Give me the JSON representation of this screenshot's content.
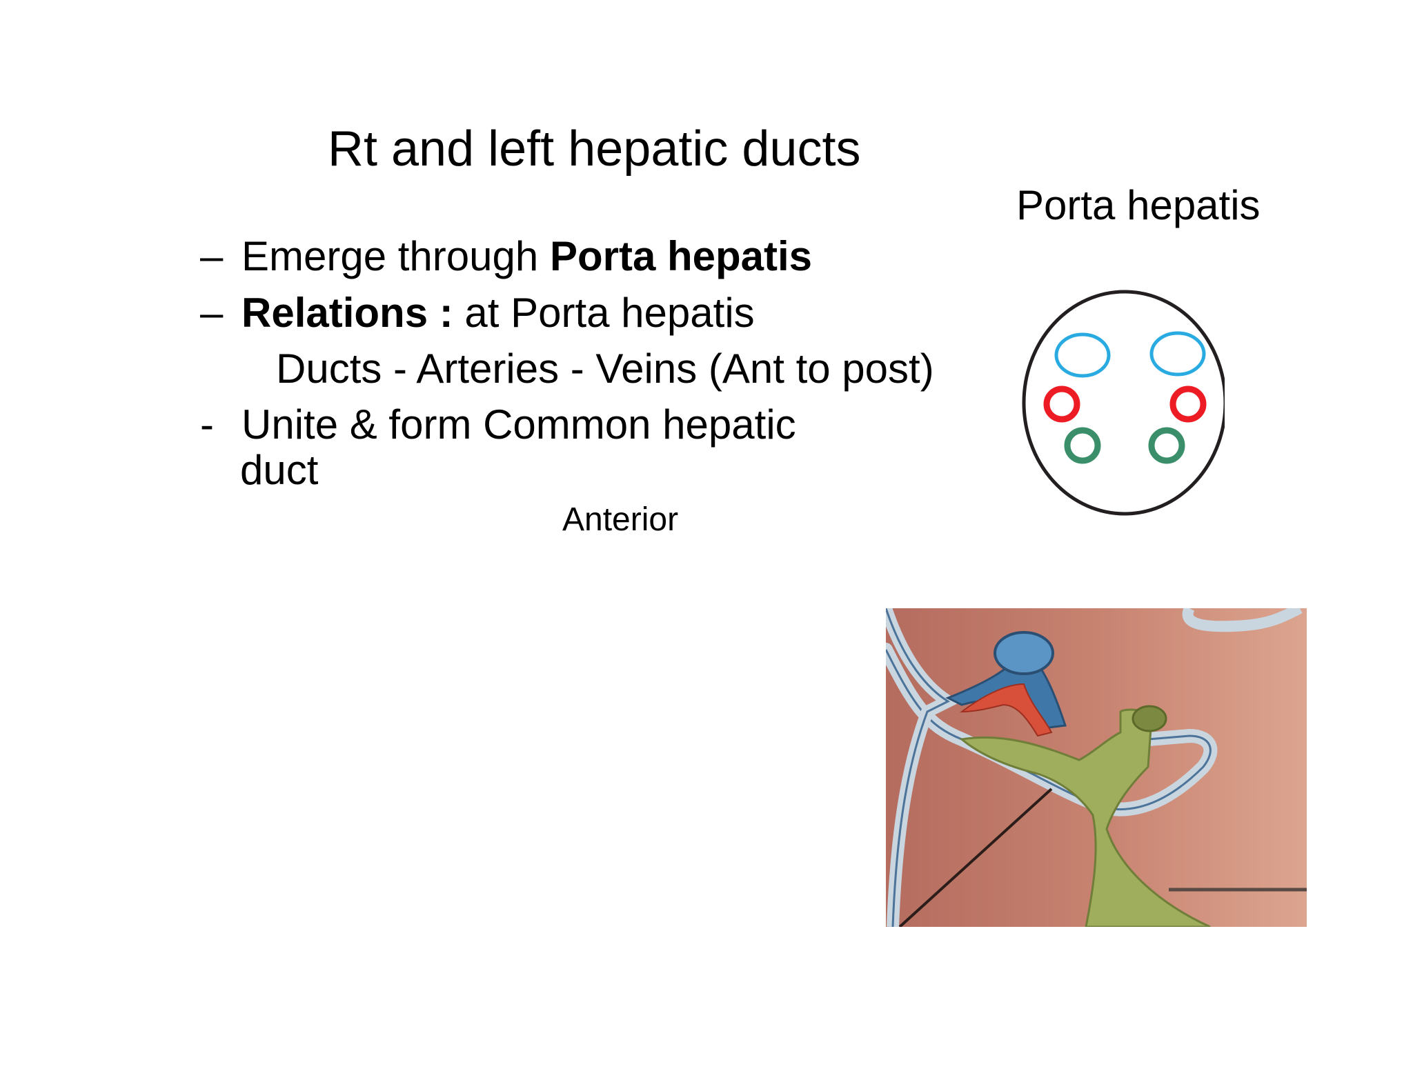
{
  "slide": {
    "title": "Rt and left hepatic ducts",
    "side_title": "Porta hepatis",
    "bullets": [
      {
        "mark": "–",
        "prefix": "Emerge through ",
        "bold": "Porta hepatis",
        "suffix": ""
      },
      {
        "mark": "–",
        "prefix": "",
        "bold": "Relations :",
        "suffix": " at Porta hepatis"
      },
      {
        "mark": "-",
        "prefix": "Unite & form Common hepatic",
        "bold": "",
        "suffix": ""
      }
    ],
    "sub_line": "Ducts - Arteries - Veins (Ant to post)",
    "continuation": "duct",
    "anterior_label": "Anterior"
  },
  "diagram": {
    "outline_color": "#231f20",
    "rows": [
      {
        "structure": "ducts",
        "color": "#29abe2",
        "count": 2
      },
      {
        "structure": "arteries",
        "color": "#ed1c24",
        "count": 2
      },
      {
        "structure": "veins",
        "color": "#3a8f6a",
        "count": 2
      }
    ]
  },
  "illustration": {
    "background_color": "#c17a6b",
    "duct_color": "#9fae5c",
    "vein_color": "#3f78a8",
    "artery_color": "#d9503a"
  }
}
